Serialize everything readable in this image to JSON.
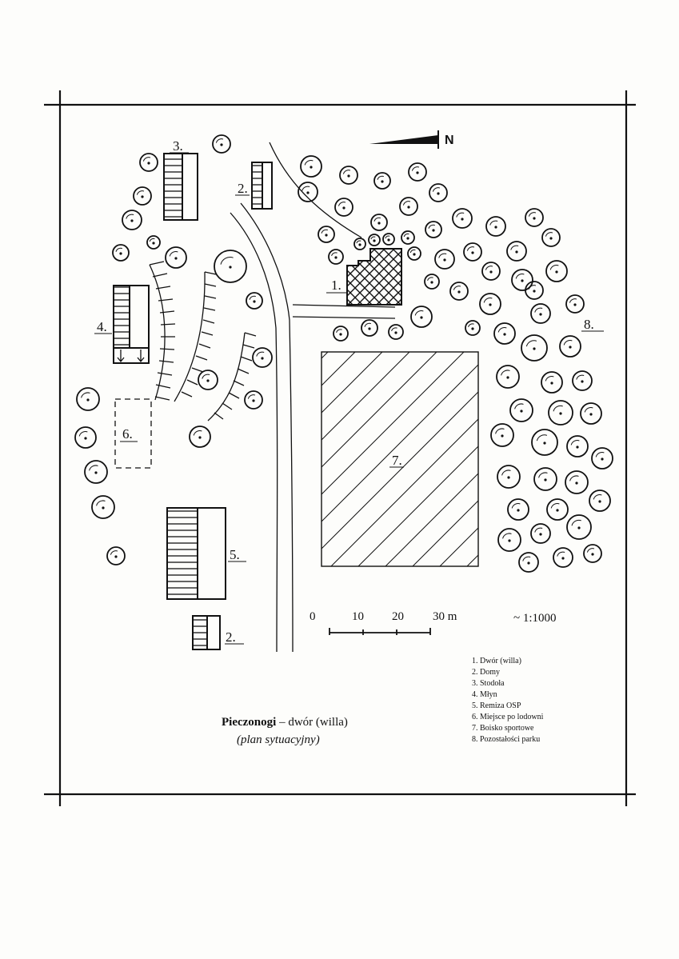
{
  "map": {
    "title_bold": "Pieczonogi",
    "title_rest": " – dwór (willa)",
    "subtitle": "(plan sytuacyjny)",
    "north_label": "N",
    "scale_labels": [
      "0",
      "10",
      "20",
      "30 m"
    ],
    "scale_ratio": "~ 1:1000",
    "labels": {
      "l1": "1.",
      "l2a": "2.",
      "l2b": "2.",
      "l3": "3.",
      "l4": "4.",
      "l5": "5.",
      "l6": "6.",
      "l7": "7.",
      "l8": "8."
    },
    "legend": [
      "1. Dwór (willa)",
      "2. Domy",
      "3. Stodoła",
      "4. Młyn",
      "5. Remiza OSP",
      "6. Miejsce po lodowni",
      "7. Boisko sportowe",
      "8. Pozostałości parku"
    ],
    "colors": {
      "ink": "#111111",
      "paper": "#fdfdfb"
    }
  }
}
